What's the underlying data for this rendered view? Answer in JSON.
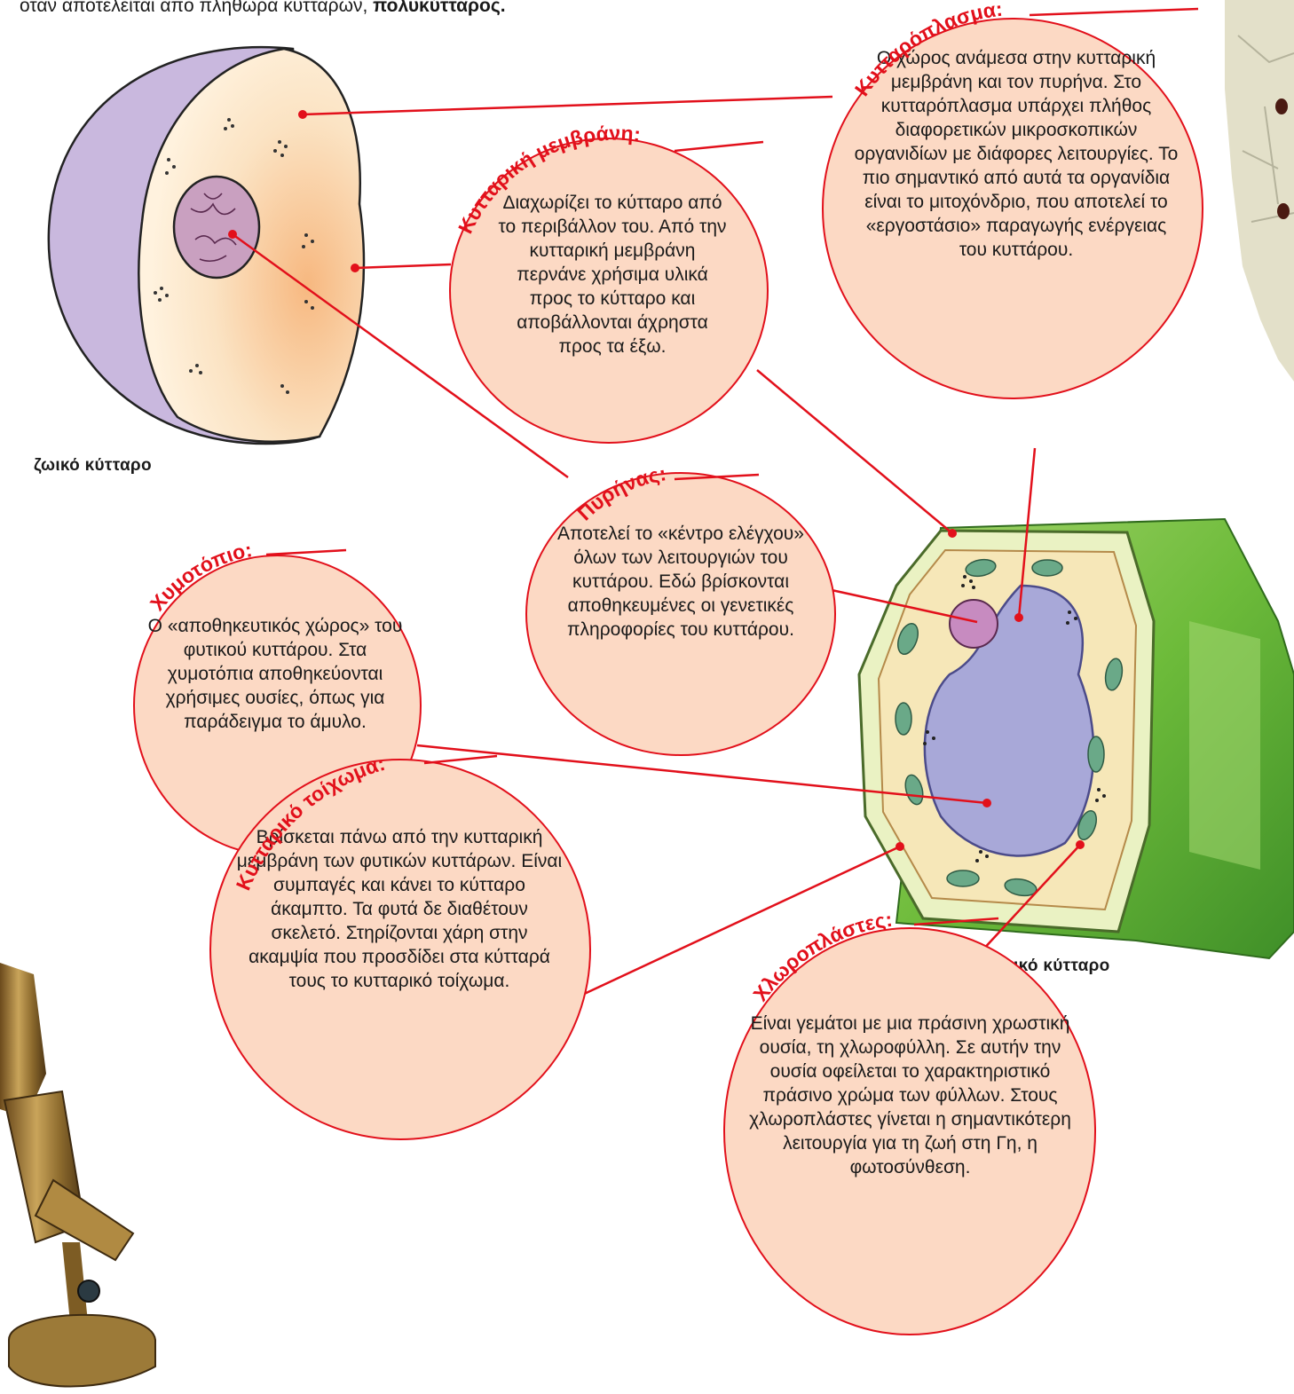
{
  "intro": {
    "text": "όταν αποτελείται από πληθώρα κυττάρων, ",
    "bold": "πολυκύτταρος."
  },
  "captions": {
    "animal_cell": "ζωικό κύτταρο",
    "plant_cell": "φυτικό κύτταρο"
  },
  "bubbles": {
    "cytoplasm": {
      "title": "Κυτταρόπλασμα:",
      "text": "Ο χώρος ανάμεσα στην κυτταρική μεμβράνη και τον πυρήνα. Στο κυτταρόπλασμα υπάρχει πλήθος διαφορετικών μικροσκοπικών οργανιδίων με διάφορες λειτουργίες. Το πιο σημαντικό από αυτά τα οργανίδια είναι το μιτοχόνδριο, που αποτελεί το «εργοστάσιο» παραγωγής ενέργειας του κυττάρου."
    },
    "membrane": {
      "title": "Κυτταρική μεμβράνη:",
      "text": "Διαχωρίζει το κύτταρο από το περιβάλλον του. Από την κυτταρική μεμβράνη περνάνε χρήσιμα υλικά προς το κύτταρο και αποβάλλονται άχρηστα προς τα έξω."
    },
    "nucleus": {
      "title": "Πυρήνας:",
      "text": "Αποτελεί το «κέντρο ελέγχου» όλων των λειτουργιών του κυττάρου. Εδώ βρίσκονται αποθηκευμένες οι γενετικές πληροφορίες του κυττάρου."
    },
    "vacuole": {
      "title": "Χυμοτόπιο:",
      "text": "Ο «αποθηκευτικός χώρος» του φυτικού κυττάρου. Στα χυμοτόπια αποθηκεύονται χρήσιμες ουσίες, όπως για παράδειγμα το άμυλο."
    },
    "cell_wall": {
      "title": "Κυτταρικό τοίχωμα:",
      "text": "Βρίσκεται πάνω από την κυτταρική μεμβράνη των φυτικών κυττάρων. Είναι συμπαγές και κάνει το κύτταρο άκαμπτο. Τα φυτά δε διαθέτουν σκελετό. Στηρίζονται χάρη στην ακαμψία που προσδίδει στα κύτταρά τους το κυτταρικό τοίχωμα."
    },
    "chloroplasts": {
      "title": "Χλωροπλάστες:",
      "text": "Είναι γεμάτοι με μια πράσινη χρωστική ουσία, τη χλωροφύλλη. Σε αυτήν την ουσία οφείλεται το χαρακτηριστικό πράσινο χρώμα των φύλλων. Στους χλωροπλάστες γίνεται η σημαντικότερη λειτουργία για τη ζωή στη Γη, η φωτοσύνθεση."
    }
  },
  "colors": {
    "accent_red": "#e2101b",
    "bubble_fill": "#fcd9c4",
    "animal_cell_body": "#f8dcb0",
    "animal_cell_outer": "#c5b5d9",
    "plant_cell_wall": "#7dbf3e",
    "plant_cell_inner": "#f4f0c4",
    "vacuole": "#a8a9d6",
    "chloroplast": "#6aa988"
  }
}
